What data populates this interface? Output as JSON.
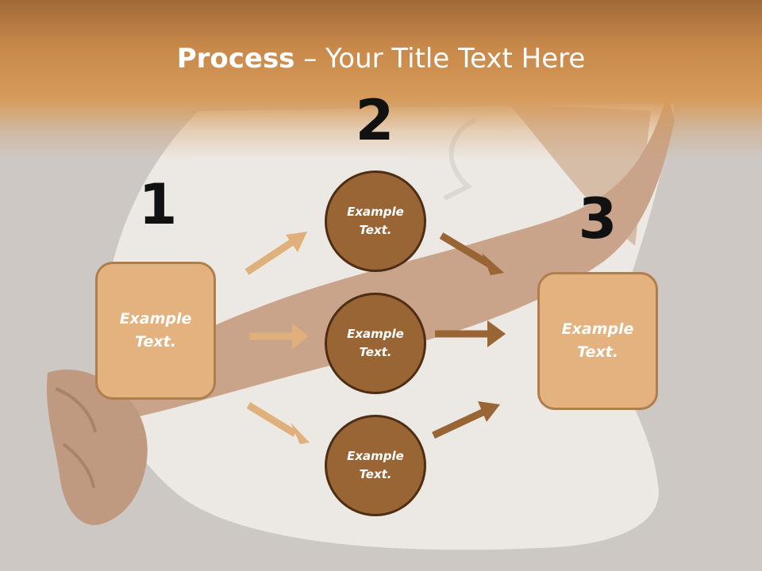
{
  "title": {
    "bold": "Process",
    "rest": " – Your Title Text Here"
  },
  "steps": [
    {
      "number": "1",
      "text_line1": "Example",
      "text_line2": "Text."
    },
    {
      "number": "2"
    },
    {
      "number": "3",
      "text_line1": "Example",
      "text_line2": "Text."
    }
  ],
  "circles": [
    {
      "text_line1": "Example",
      "text_line2": "Text."
    },
    {
      "text_line1": "Example",
      "text_line2": "Text."
    },
    {
      "text_line1": "Example",
      "text_line2": "Text."
    }
  ],
  "colors": {
    "header": "#d69a5a",
    "box_fill": "#e3b27f",
    "box_border": "#b07d4d",
    "circle_fill": "#9a6534",
    "circle_border": "#4d2d14",
    "arrow_light": "#e0b07c",
    "arrow_dark": "#9a6534"
  }
}
